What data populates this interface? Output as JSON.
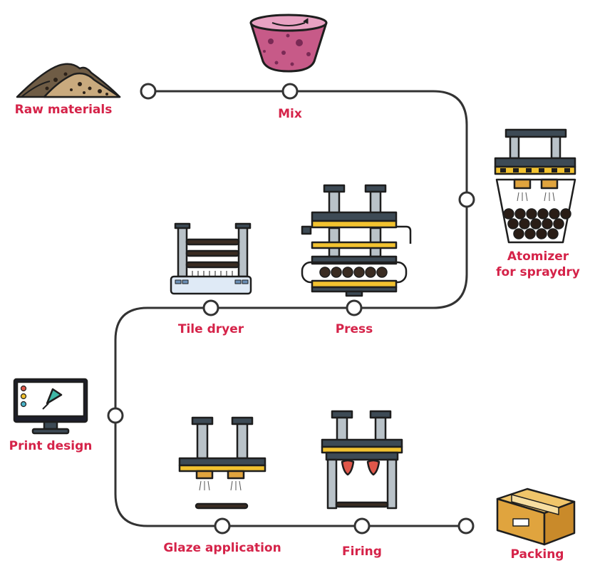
{
  "colors": {
    "label": "#d52349",
    "path": "#333333",
    "outline": "#1e1e1e",
    "steel": "#3d4a55",
    "pillar": "#b9c2c8",
    "hazard_yellow": "#f2c230",
    "roller": "#3a2c22",
    "bowl": "#c75a88",
    "box": "#e0a43e",
    "sand": "#c9aa7e",
    "monitor": "#1d1f2b"
  },
  "steps": [
    {
      "id": "raw",
      "label": "Raw materials",
      "icon": "sand-pile-icon"
    },
    {
      "id": "mix",
      "label": "Mix",
      "icon": "mixing-bowl-icon"
    },
    {
      "id": "atomizer",
      "label_line1": "Atomizer",
      "label_line2": "for spraydry",
      "icon": "atomizer-icon"
    },
    {
      "id": "press",
      "label": "Press",
      "icon": "press-machine-icon"
    },
    {
      "id": "dryer",
      "label": "Tile dryer",
      "icon": "tile-dryer-icon"
    },
    {
      "id": "print",
      "label": "Print design",
      "icon": "monitor-pen-icon"
    },
    {
      "id": "glaze",
      "label": "Glaze application",
      "icon": "glaze-sprayer-icon"
    },
    {
      "id": "firing",
      "label": "Firing",
      "icon": "kiln-icon"
    },
    {
      "id": "packing",
      "label": "Packing",
      "icon": "cardboard-box-icon"
    }
  ]
}
